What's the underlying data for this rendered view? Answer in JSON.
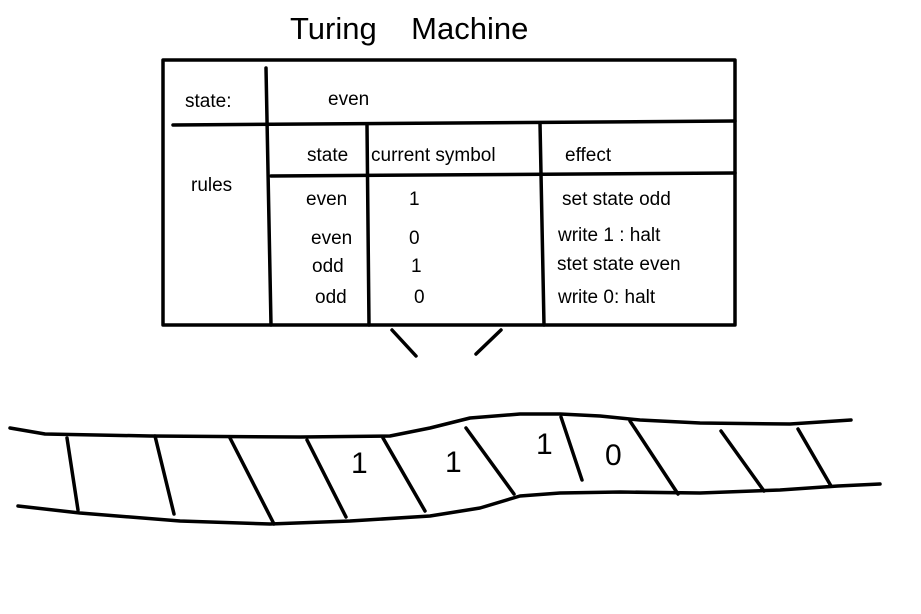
{
  "title": "Turing    Machine",
  "machine": {
    "state_label": "state:",
    "state_value": "even",
    "rules_label": "rules",
    "rules_headers": {
      "state": "state",
      "symbol": "current symbol",
      "effect": "effect"
    },
    "rules": [
      {
        "state": "even",
        "symbol": "1",
        "effect": "set state odd"
      },
      {
        "state": "even",
        "symbol": "0",
        "effect": "write 1 : halt"
      },
      {
        "state": "odd",
        "symbol": "1",
        "effect": "stet state even"
      },
      {
        "state": "odd",
        "symbol": "0",
        "effect": "write 0: halt"
      }
    ]
  },
  "tape": {
    "cells": [
      "1",
      "1",
      "1",
      "0"
    ]
  }
}
